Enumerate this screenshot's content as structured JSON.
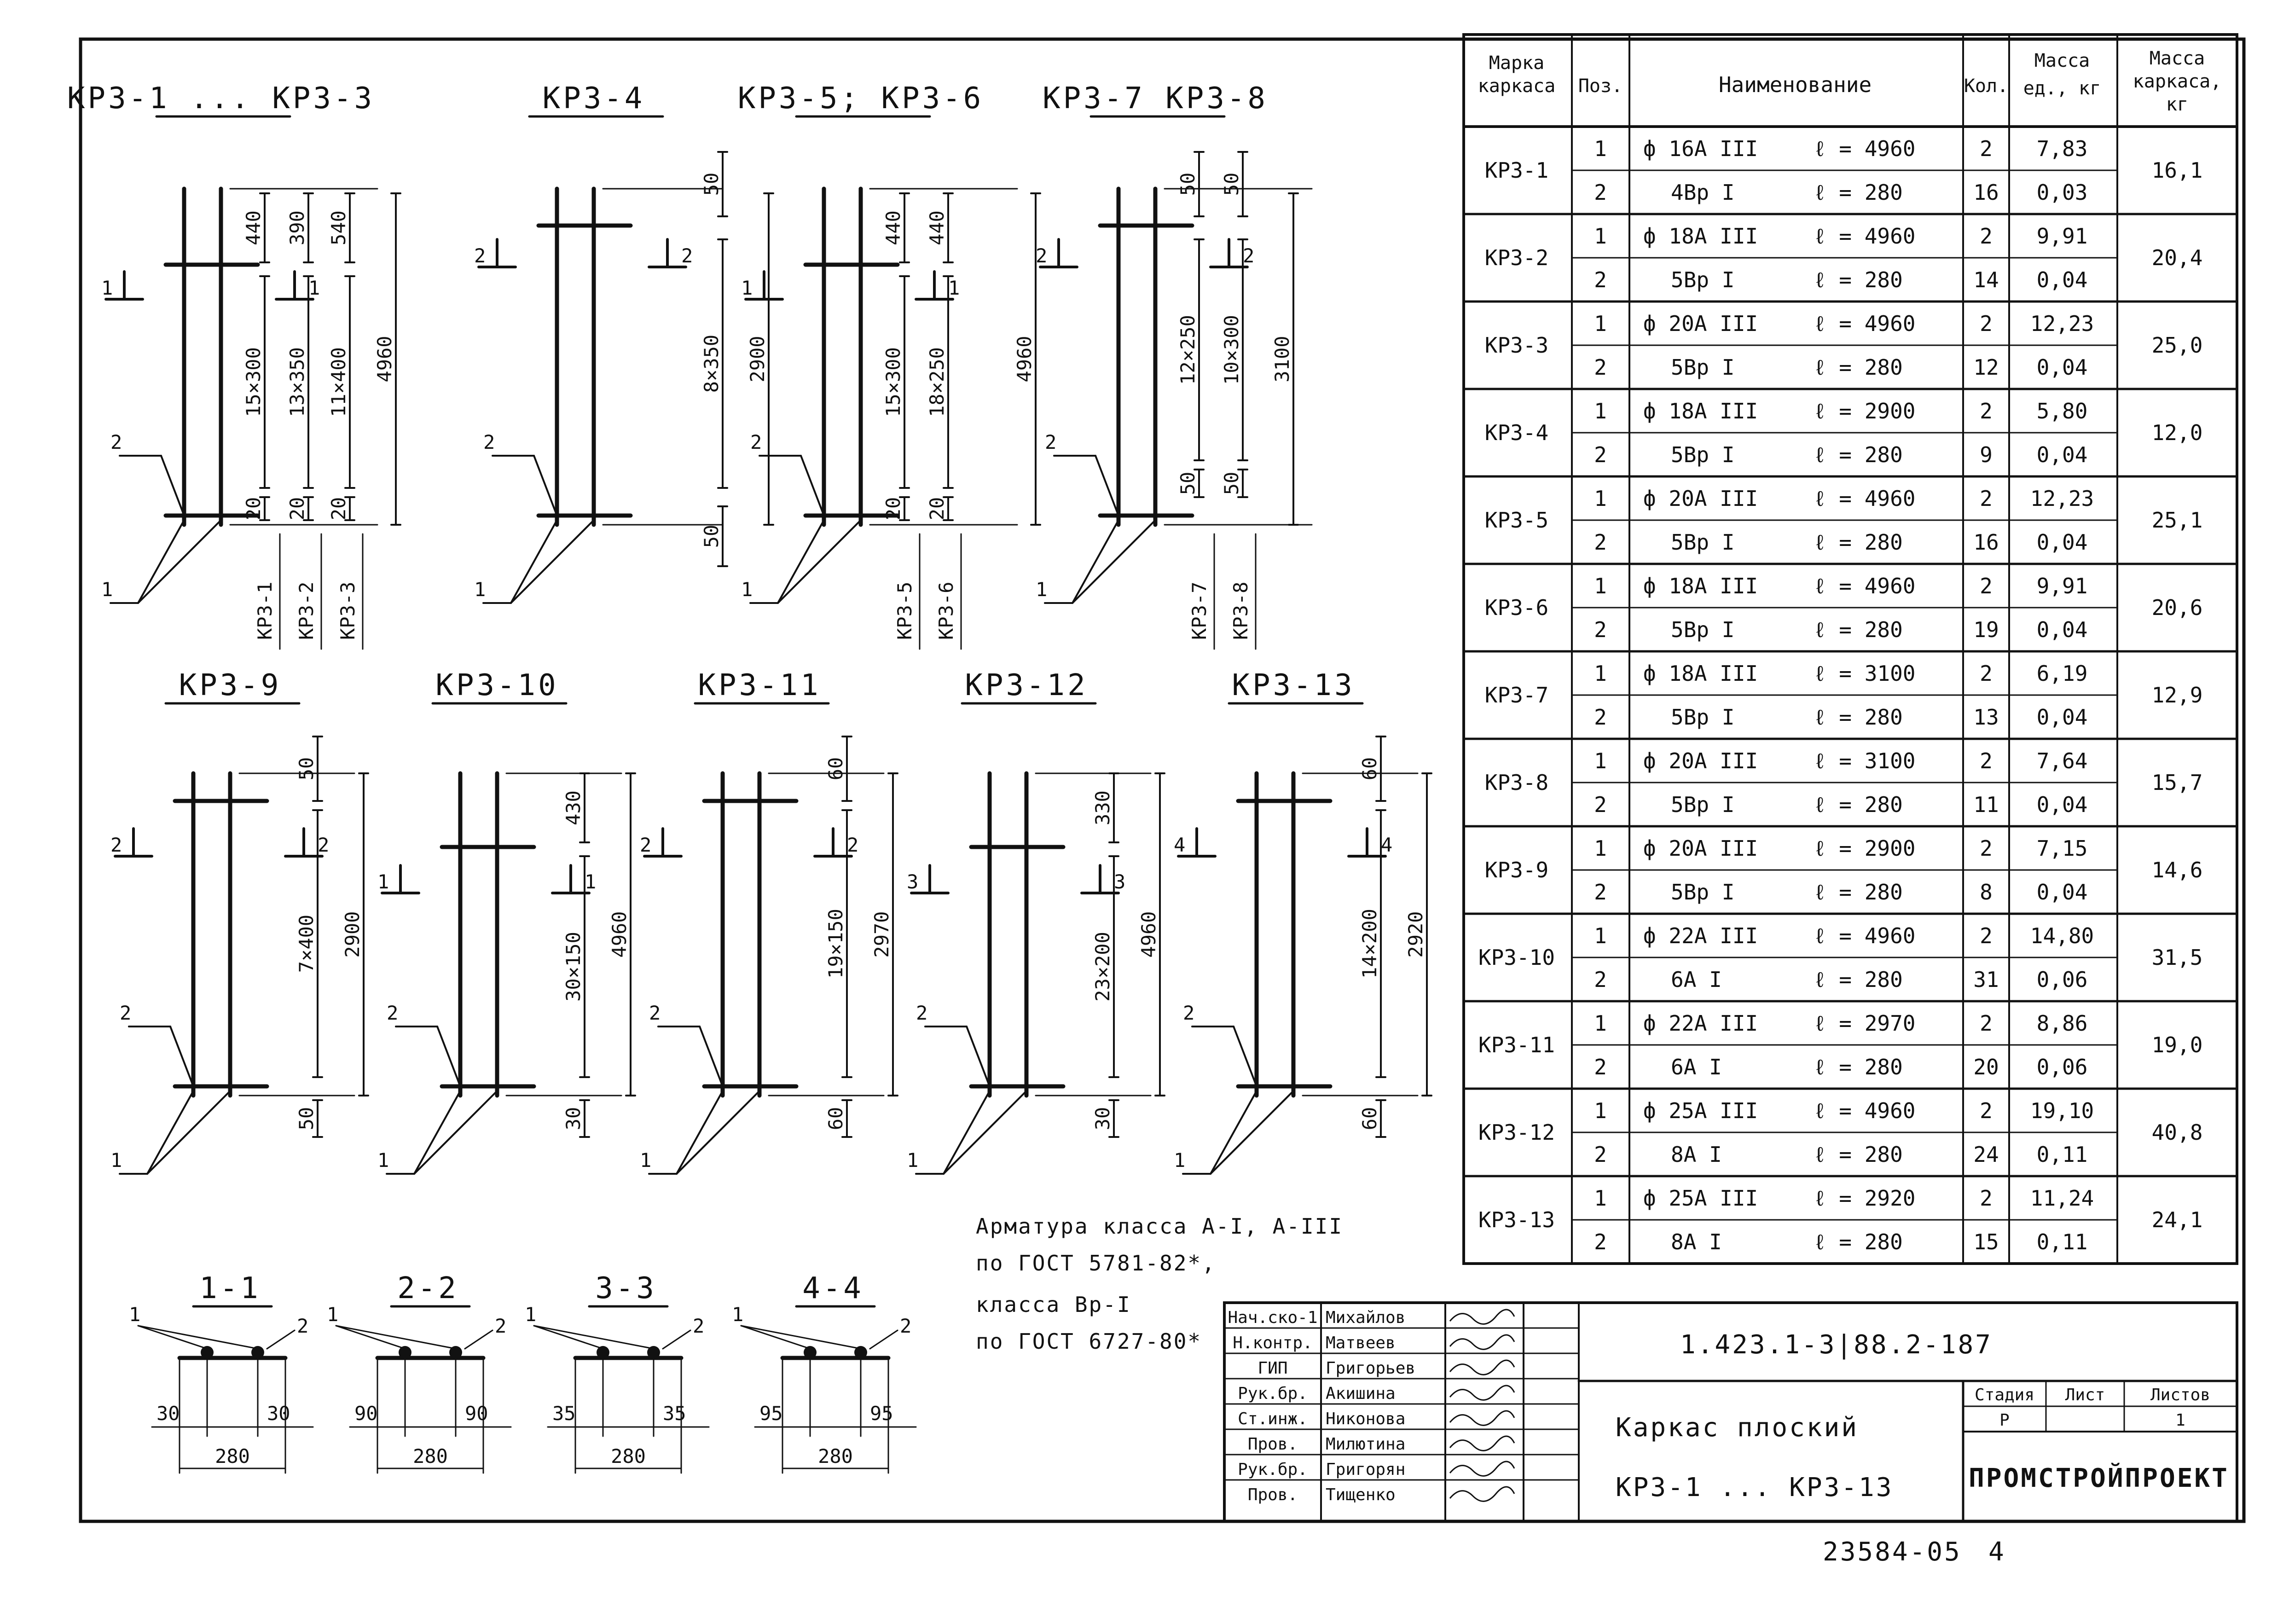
{
  "drawings_top": [
    {
      "title": "КР3-1 ... КР3-3",
      "dims": [
        "440",
        "390",
        "540",
        "15×300",
        "13×350",
        "11×400",
        "4960",
        "20",
        "20",
        "20"
      ],
      "labels": [
        "КР3-1",
        "КР3-2",
        "КР3-3"
      ],
      "marks": [
        "1",
        "1",
        "2",
        "1"
      ]
    },
    {
      "title": "КР3-4",
      "dims": [
        "50",
        "8×350",
        "2900",
        "50"
      ],
      "labels": [],
      "marks": [
        "2",
        "2",
        "2",
        "1"
      ]
    },
    {
      "title": "КР3-5; КР3-6",
      "dims": [
        "440",
        "440",
        "15×300",
        "18×250",
        "4960",
        "20",
        "20"
      ],
      "labels": [
        "КР3-5",
        "КР3-6"
      ],
      "marks": [
        "1",
        "1",
        "2",
        "1"
      ]
    },
    {
      "title": "КР3-7  КР3-8",
      "dims": [
        "50",
        "50",
        "12×250",
        "10×300",
        "3100",
        "50",
        "50"
      ],
      "labels": [
        "КР3-7",
        "КР3-8"
      ],
      "marks": [
        "2",
        "2",
        "2",
        "1"
      ]
    }
  ],
  "drawings_bottom": [
    {
      "title": "КР3-9",
      "dims": [
        "50",
        "7×400",
        "2900",
        "50"
      ],
      "marks": [
        "2",
        "2",
        "2",
        "1"
      ]
    },
    {
      "title": "КР3-10",
      "dims": [
        "430",
        "30×150",
        "4960",
        "30"
      ],
      "marks": [
        "1",
        "1",
        "2",
        "1"
      ]
    },
    {
      "title": "КР3-11",
      "dims": [
        "60",
        "19×150",
        "2970",
        "60"
      ],
      "marks": [
        "2",
        "2",
        "2",
        "1"
      ]
    },
    {
      "title": "КР3-12",
      "dims": [
        "330",
        "23×200",
        "4960",
        "30"
      ],
      "marks": [
        "3",
        "3",
        "2",
        "1"
      ]
    },
    {
      "title": "КР3-13",
      "dims": [
        "60",
        "14×200",
        "2920",
        "60"
      ],
      "marks": [
        "4",
        "4",
        "2",
        "1"
      ]
    }
  ],
  "sections": [
    {
      "title": "1-1",
      "left": "30",
      "right": "30",
      "total": "280",
      "m1": "1",
      "m2": "2"
    },
    {
      "title": "2-2",
      "left": "90",
      "right": "90",
      "total": "280",
      "m1": "1",
      "m2": "2"
    },
    {
      "title": "3-3",
      "left": "35",
      "right": "35",
      "total": "280",
      "m1": "1",
      "m2": "2"
    },
    {
      "title": "4-4",
      "left": "95",
      "right": "95",
      "total": "280",
      "m1": "1",
      "m2": "2"
    }
  ],
  "note": {
    "line1": "Арматура класса А-I, А-III",
    "line2": "по ГОСТ 5781-82*,",
    "line3": "класса Вр-I",
    "line4": "по ГОСТ 6727-80*"
  },
  "spec_table": {
    "headers": {
      "mark": "Марка каркаса",
      "pos": "Поз.",
      "name": "Наименование",
      "qty": "Кол.",
      "unit_mass": "Масса ед., кг",
      "frame_mass": "Масса каркаса, кг"
    },
    "rows": [
      {
        "mark": "КР3-1",
        "total": "16,1",
        "items": [
          {
            "pos": "1",
            "name": "ф 16А III",
            "len": "ℓ = 4960",
            "qty": "2",
            "mass": "7,83"
          },
          {
            "pos": "2",
            "name": "4Вр I",
            "len": "ℓ = 280",
            "qty": "16",
            "mass": "0,03"
          }
        ]
      },
      {
        "mark": "КР3-2",
        "total": "20,4",
        "items": [
          {
            "pos": "1",
            "name": "ф 18А III",
            "len": "ℓ = 4960",
            "qty": "2",
            "mass": "9,91"
          },
          {
            "pos": "2",
            "name": "5Вр I",
            "len": "ℓ = 280",
            "qty": "14",
            "mass": "0,04"
          }
        ]
      },
      {
        "mark": "КР3-3",
        "total": "25,0",
        "items": [
          {
            "pos": "1",
            "name": "ф 20А III",
            "len": "ℓ = 4960",
            "qty": "2",
            "mass": "12,23"
          },
          {
            "pos": "2",
            "name": "5Вр I",
            "len": "ℓ = 280",
            "qty": "12",
            "mass": "0,04"
          }
        ]
      },
      {
        "mark": "КР3-4",
        "total": "12,0",
        "items": [
          {
            "pos": "1",
            "name": "ф 18А III",
            "len": "ℓ = 2900",
            "qty": "2",
            "mass": "5,80"
          },
          {
            "pos": "2",
            "name": "5Вр I",
            "len": "ℓ = 280",
            "qty": "9",
            "mass": "0,04"
          }
        ]
      },
      {
        "mark": "КР3-5",
        "total": "25,1",
        "items": [
          {
            "pos": "1",
            "name": "ф 20А III",
            "len": "ℓ = 4960",
            "qty": "2",
            "mass": "12,23"
          },
          {
            "pos": "2",
            "name": "5Вр I",
            "len": "ℓ = 280",
            "qty": "16",
            "mass": "0,04"
          }
        ]
      },
      {
        "mark": "КР3-6",
        "total": "20,6",
        "items": [
          {
            "pos": "1",
            "name": "ф 18А III",
            "len": "ℓ = 4960",
            "qty": "2",
            "mass": "9,91"
          },
          {
            "pos": "2",
            "name": "5Вр I",
            "len": "ℓ = 280",
            "qty": "19",
            "mass": "0,04"
          }
        ]
      },
      {
        "mark": "КР3-7",
        "total": "12,9",
        "items": [
          {
            "pos": "1",
            "name": "ф 18А III",
            "len": "ℓ = 3100",
            "qty": "2",
            "mass": "6,19"
          },
          {
            "pos": "2",
            "name": "5Вр I",
            "len": "ℓ = 280",
            "qty": "13",
            "mass": "0,04"
          }
        ]
      },
      {
        "mark": "КР3-8",
        "total": "15,7",
        "items": [
          {
            "pos": "1",
            "name": "ф 20А III",
            "len": "ℓ = 3100",
            "qty": "2",
            "mass": "7,64"
          },
          {
            "pos": "2",
            "name": "5Вр I",
            "len": "ℓ = 280",
            "qty": "11",
            "mass": "0,04"
          }
        ]
      },
      {
        "mark": "КР3-9",
        "total": "14,6",
        "items": [
          {
            "pos": "1",
            "name": "ф 20А III",
            "len": "ℓ = 2900",
            "qty": "2",
            "mass": "7,15"
          },
          {
            "pos": "2",
            "name": "5Вр I",
            "len": "ℓ = 280",
            "qty": "8",
            "mass": "0,04"
          }
        ]
      },
      {
        "mark": "КР3-10",
        "total": "31,5",
        "items": [
          {
            "pos": "1",
            "name": "ф 22А III",
            "len": "ℓ = 4960",
            "qty": "2",
            "mass": "14,80"
          },
          {
            "pos": "2",
            "name": "6А I",
            "len": "ℓ = 280",
            "qty": "31",
            "mass": "0,06"
          }
        ]
      },
      {
        "mark": "КР3-11",
        "total": "19,0",
        "items": [
          {
            "pos": "1",
            "name": "ф 22А III",
            "len": "ℓ = 2970",
            "qty": "2",
            "mass": "8,86"
          },
          {
            "pos": "2",
            "name": "6А I",
            "len": "ℓ = 280",
            "qty": "20",
            "mass": "0,06"
          }
        ]
      },
      {
        "mark": "КР3-12",
        "total": "40,8",
        "items": [
          {
            "pos": "1",
            "name": "ф 25А III",
            "len": "ℓ = 4960",
            "qty": "2",
            "mass": "19,10"
          },
          {
            "pos": "2",
            "name": "8А I",
            "len": "ℓ = 280",
            "qty": "24",
            "mass": "0,11"
          }
        ]
      },
      {
        "mark": "КР3-13",
        "total": "24,1",
        "items": [
          {
            "pos": "1",
            "name": "ф 25А III",
            "len": "ℓ = 2920",
            "qty": "2",
            "mass": "11,24"
          },
          {
            "pos": "2",
            "name": "8А I",
            "len": "ℓ = 280",
            "qty": "15",
            "mass": "0,11"
          }
        ]
      }
    ]
  },
  "title_block": {
    "signatures": [
      {
        "role": "Нач.ско-1",
        "name": "Михайлов"
      },
      {
        "role": "Н.контр.",
        "name": "Матвеев"
      },
      {
        "role": "ГИП",
        "name": "Григорьев"
      },
      {
        "role": "Рук.бр.",
        "name": "Акишина"
      },
      {
        "role": "Ст.инж.",
        "name": "Никонова"
      },
      {
        "role": "Пров.",
        "name": "Милютина"
      },
      {
        "role": "Рук.бр.",
        "name": "Григорян"
      },
      {
        "role": "Пров.",
        "name": "Тищенко"
      }
    ],
    "doc_code": "1.423.1-3|88.2-187",
    "title_line1": "Каркас плоский",
    "title_line2": "КР3-1 ... КР3-13",
    "stage_label": "Стадия",
    "sheet_label": "Лист",
    "sheets_label": "Листов",
    "stage_value": "Р",
    "sheet_value": "",
    "sheets_value": "1",
    "org": "ПРОМСТРОЙПРОЕКТ"
  },
  "footer_number": "23584-05",
  "footer_page": "4"
}
